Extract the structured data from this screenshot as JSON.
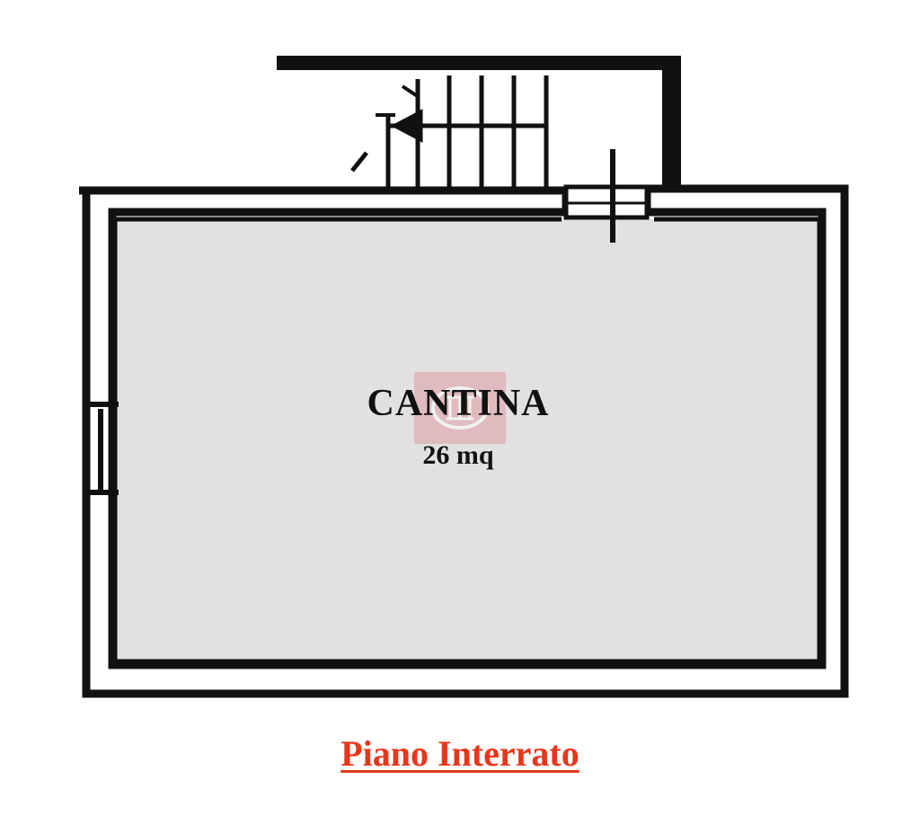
{
  "room": {
    "name": "CANTINA",
    "area": "26 mq"
  },
  "floor": {
    "caption": "Piano Interrato"
  },
  "colors": {
    "room_fill": "#e1e1e1",
    "wall": "#111111",
    "caption": "#e8361b",
    "watermark": "#d9485a"
  },
  "icons": {
    "watermark": "agency-logo-watermark"
  }
}
